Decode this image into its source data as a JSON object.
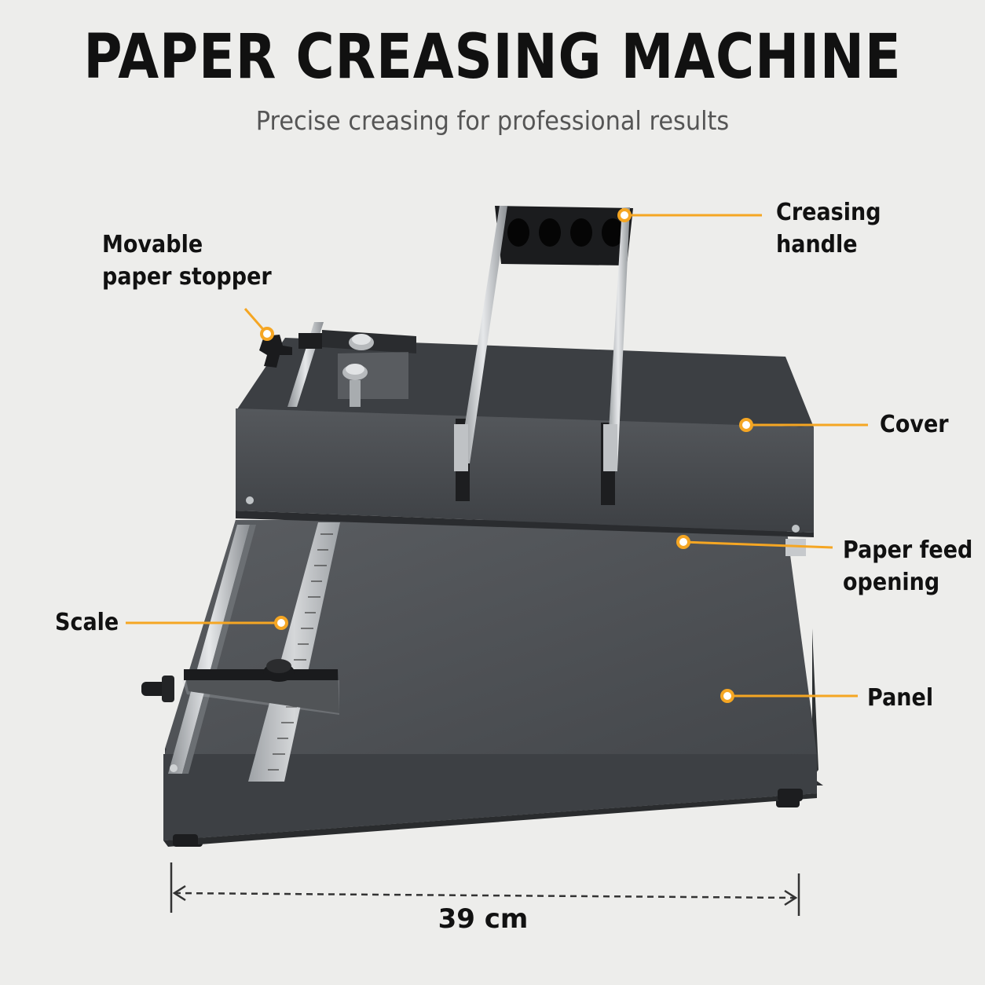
{
  "title": "PAPER CREASING MACHINE",
  "subtitle": "Precise creasing for professional results",
  "callouts": {
    "creasing_handle": [
      "Creasing",
      "handle"
    ],
    "paper_stopper": [
      "Movable",
      "paper stopper"
    ],
    "cover": "Cover",
    "paper_feed": [
      "Paper feed",
      "opening"
    ],
    "scale": "Scale",
    "panel": "Panel"
  },
  "dimension": "39 cm",
  "colors": {
    "accent": "#f5a623",
    "body": "#45484c",
    "text": "#111111",
    "background": "#ededeb"
  }
}
